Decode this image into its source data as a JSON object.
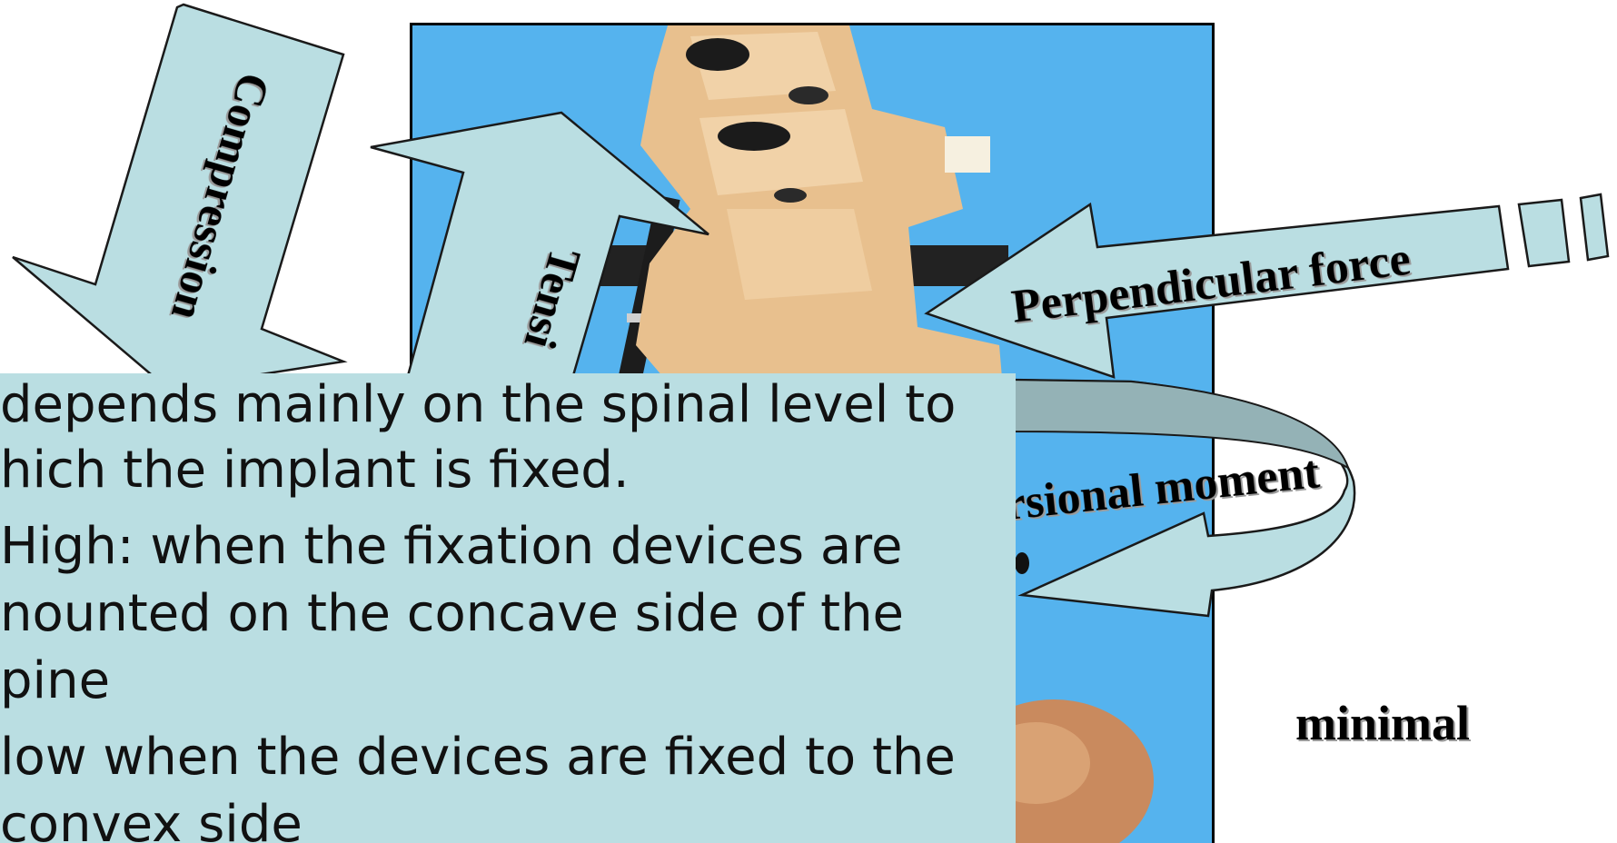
{
  "labels": {
    "compression": "Compression",
    "tension": "Tensi",
    "perpendicular": "Perpendicular force",
    "torsional": "Torsional moment",
    "minimal": "minimal"
  },
  "textbox": {
    "lines": [
      "depends mainly on the spinal level to",
      "hich the implant is fixed.",
      "High: when the fixation devices are",
      "nounted on the concave side of the",
      "pine",
      "low when the devices are fixed to the",
      "convex side"
    ]
  },
  "colors": {
    "arrow_fill": "#badee2",
    "arrow_stroke": "#1a1a1a",
    "photo_background": "#55b3ee",
    "torsion_band": "#94b2b6",
    "bone": "#e8c08e"
  }
}
